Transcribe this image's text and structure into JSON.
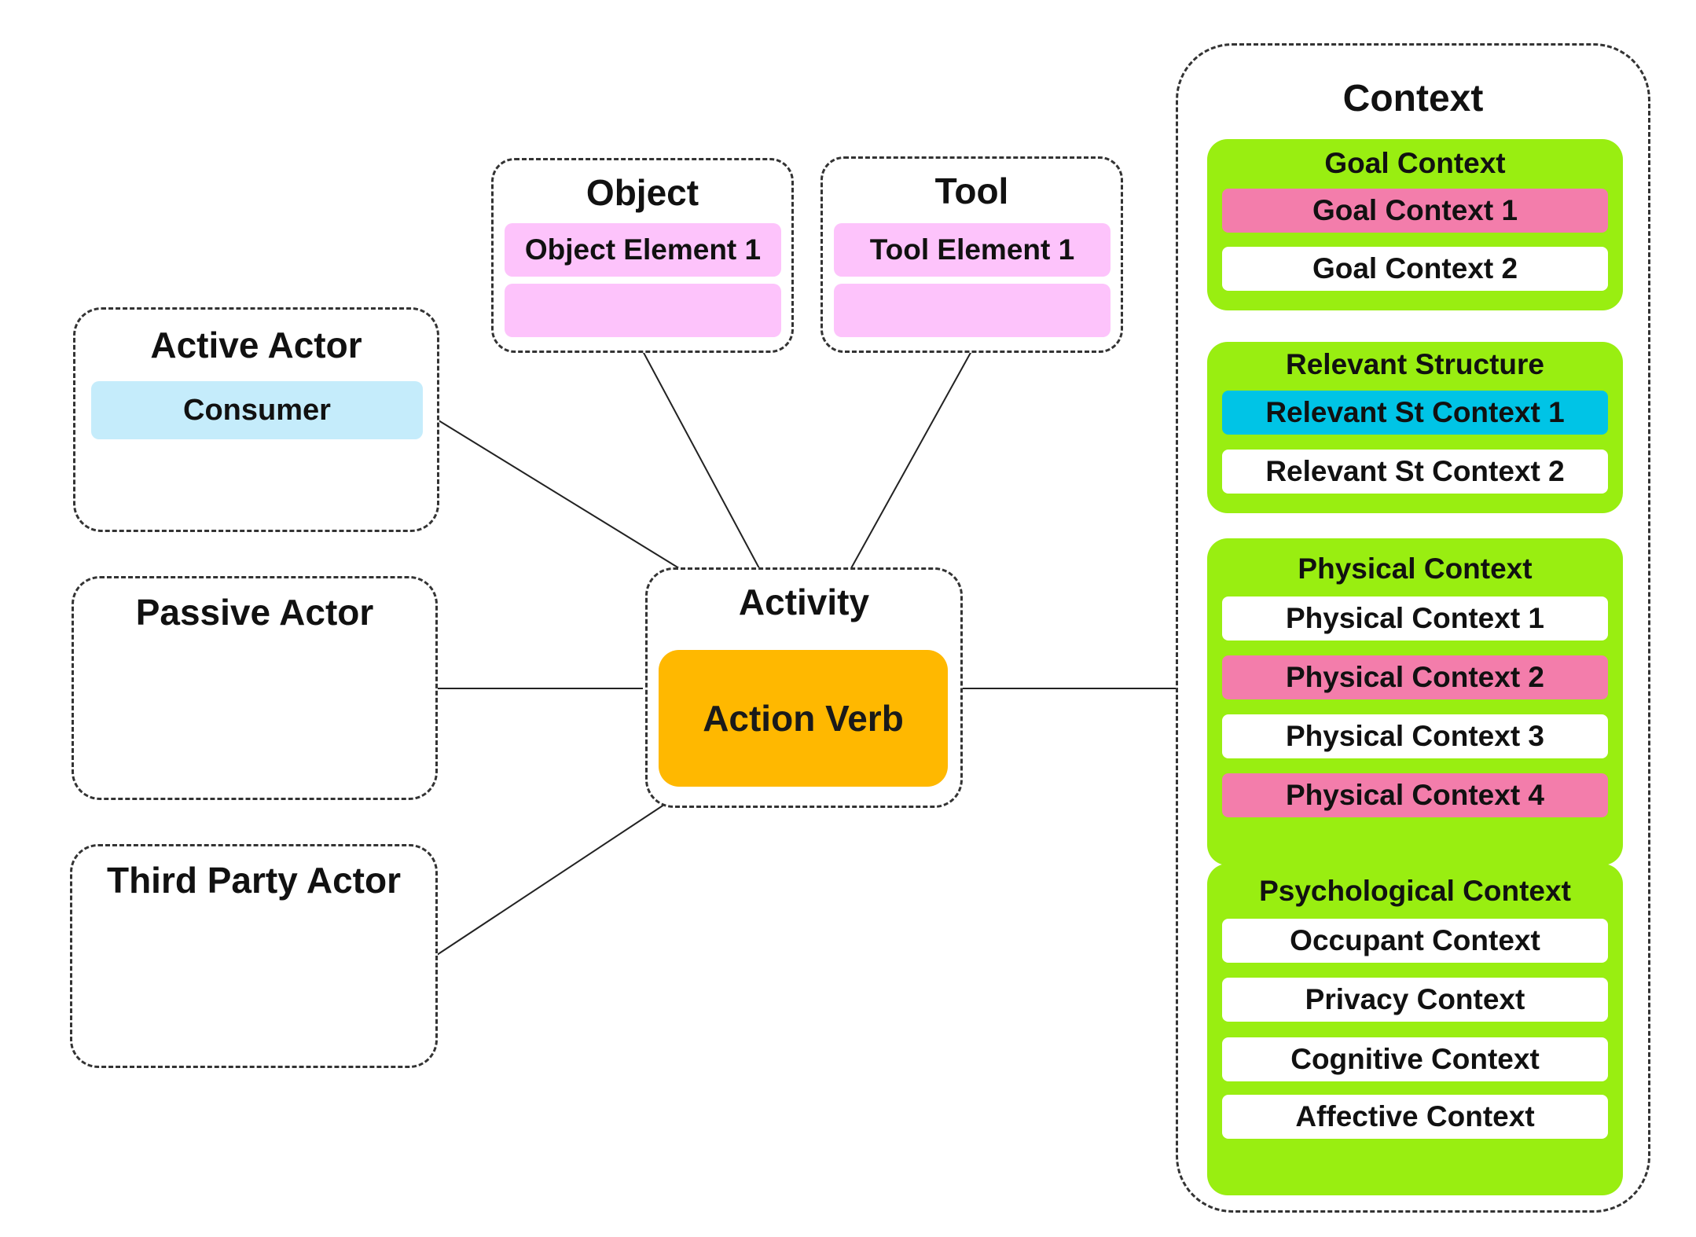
{
  "active_actor": {
    "title": "Active Actor",
    "element": "Consumer"
  },
  "passive_actor": {
    "title": "Passive Actor"
  },
  "third_party_actor": {
    "title": "Third Party Actor"
  },
  "object": {
    "title": "Object",
    "elements": [
      "Object Element 1",
      ""
    ]
  },
  "tool": {
    "title": "Tool",
    "elements": [
      "Tool Element 1",
      ""
    ]
  },
  "activity": {
    "title": "Activity",
    "action": "Action Verb"
  },
  "context": {
    "title": "Context",
    "groups": [
      {
        "title": "Goal Context",
        "items": [
          {
            "label": "Goal Context 1",
            "highlight": "pink"
          },
          {
            "label": "Goal Context 2",
            "highlight": "none"
          }
        ]
      },
      {
        "title": "Relevant Structure",
        "items": [
          {
            "label": "Relevant St Context 1",
            "highlight": "cyan"
          },
          {
            "label": "Relevant St Context 2",
            "highlight": "none"
          }
        ]
      },
      {
        "title": "Physical Context",
        "items": [
          {
            "label": "Physical Context 1",
            "highlight": "none"
          },
          {
            "label": "Physical Context 2",
            "highlight": "pink"
          },
          {
            "label": "Physical Context 3",
            "highlight": "none"
          },
          {
            "label": "Physical Context 4",
            "highlight": "pink"
          }
        ]
      },
      {
        "title": "Psychological Context",
        "items": [
          {
            "label": "Occupant Context",
            "highlight": "none"
          },
          {
            "label": "Privacy Context",
            "highlight": "none"
          },
          {
            "label": "Cognitive Context",
            "highlight": "none"
          },
          {
            "label": "Affective Context",
            "highlight": "none"
          }
        ]
      }
    ]
  },
  "colors": {
    "group_green": "#99ee11",
    "highlight_pink": "#f37dab",
    "highlight_cyan": "#00c4e6",
    "element_pink": "#fdc3fb",
    "element_blue": "#c5ecfb",
    "action_orange": "#ffb800"
  }
}
